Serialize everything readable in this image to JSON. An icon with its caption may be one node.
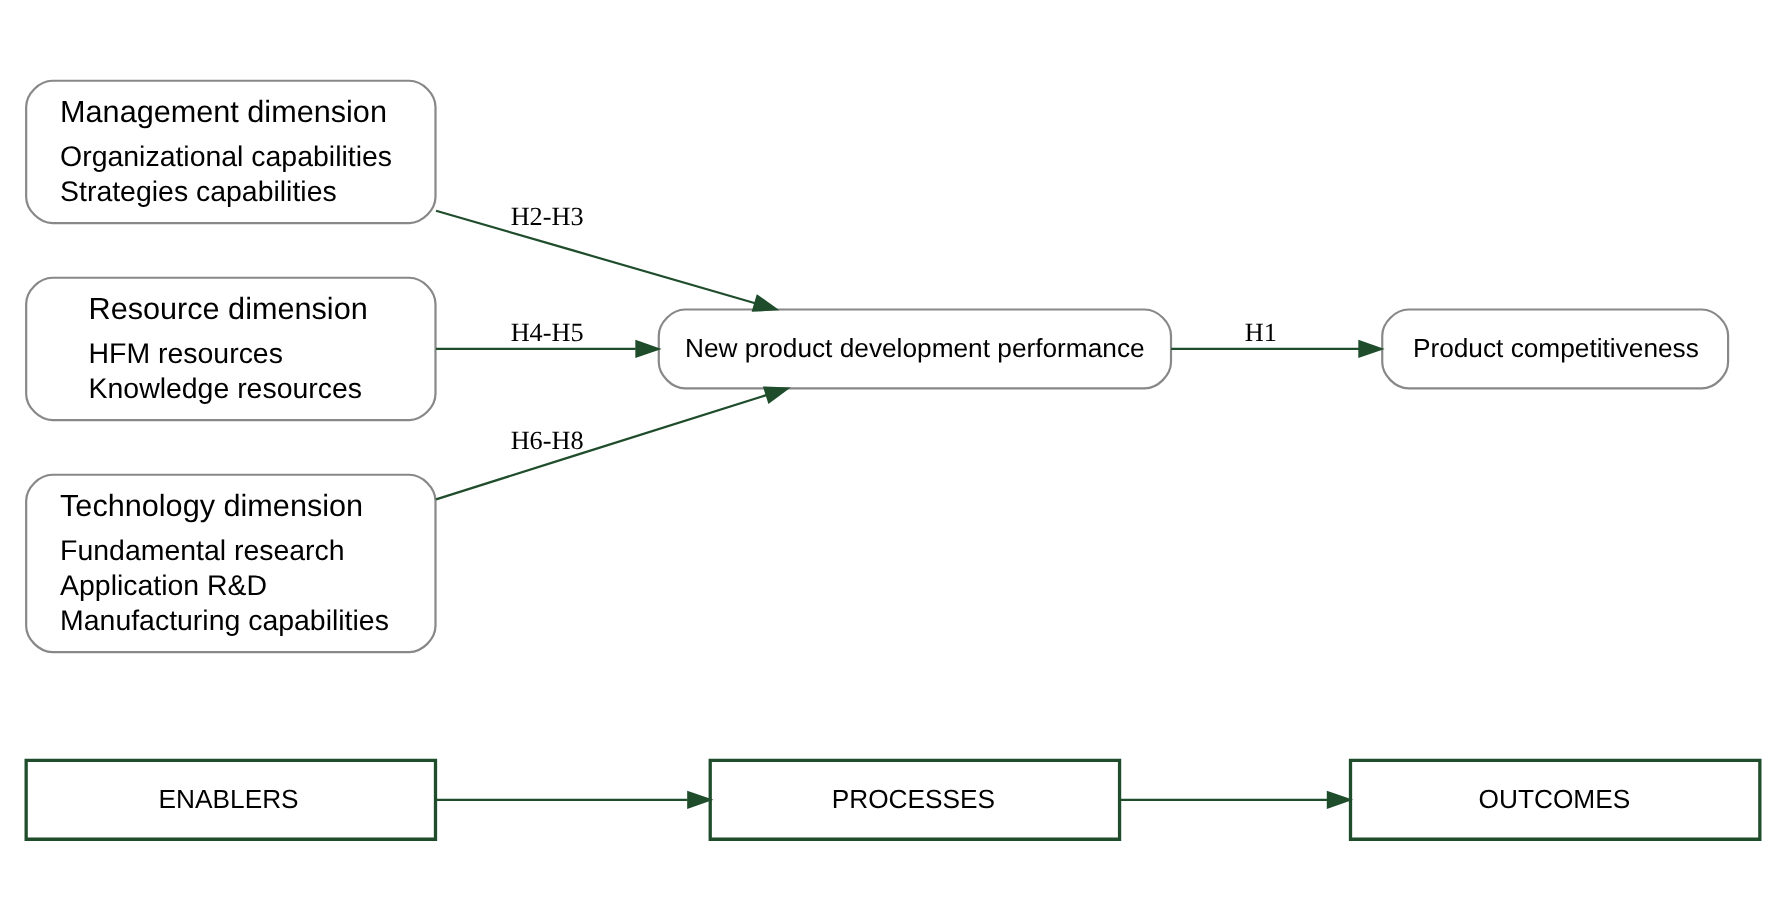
{
  "diagram": {
    "nodes": [
      {
        "text": [
          "Management dimension",
          "Organizational capabilities",
          "Strategies capabilities"
        ]
      },
      {
        "text": [
          "Resource dimension",
          "HFM resources",
          "Knowledge resources"
        ]
      },
      {
        "text": [
          "Technology dimension",
          "Fundamental research",
          "Application R&D",
          "Manufacturing capabilities"
        ]
      },
      {
        "text": [
          "New product development performance"
        ]
      },
      {
        "text": [
          "Product competitiveness"
        ]
      },
      {
        "text": [
          "ENABLERS"
        ]
      },
      {
        "text": [
          "PROCESSES"
        ]
      },
      {
        "text": [
          "OUTCOMES"
        ]
      }
    ],
    "edges": [
      {
        "from": 0,
        "to": 3,
        "arrow": "to",
        "label": "H2-H3"
      },
      {
        "from": 1,
        "to": 3,
        "arrow": "to",
        "label": "H4-H5"
      },
      {
        "from": 2,
        "to": 3,
        "arrow": "to",
        "label": "H6-H8"
      },
      {
        "from": 3,
        "to": 4,
        "arrow": "to",
        "label": "H1"
      },
      {
        "from": 5,
        "to": 6,
        "arrow": "to"
      },
      {
        "from": 6,
        "to": 7,
        "arrow": "to"
      }
    ]
  }
}
